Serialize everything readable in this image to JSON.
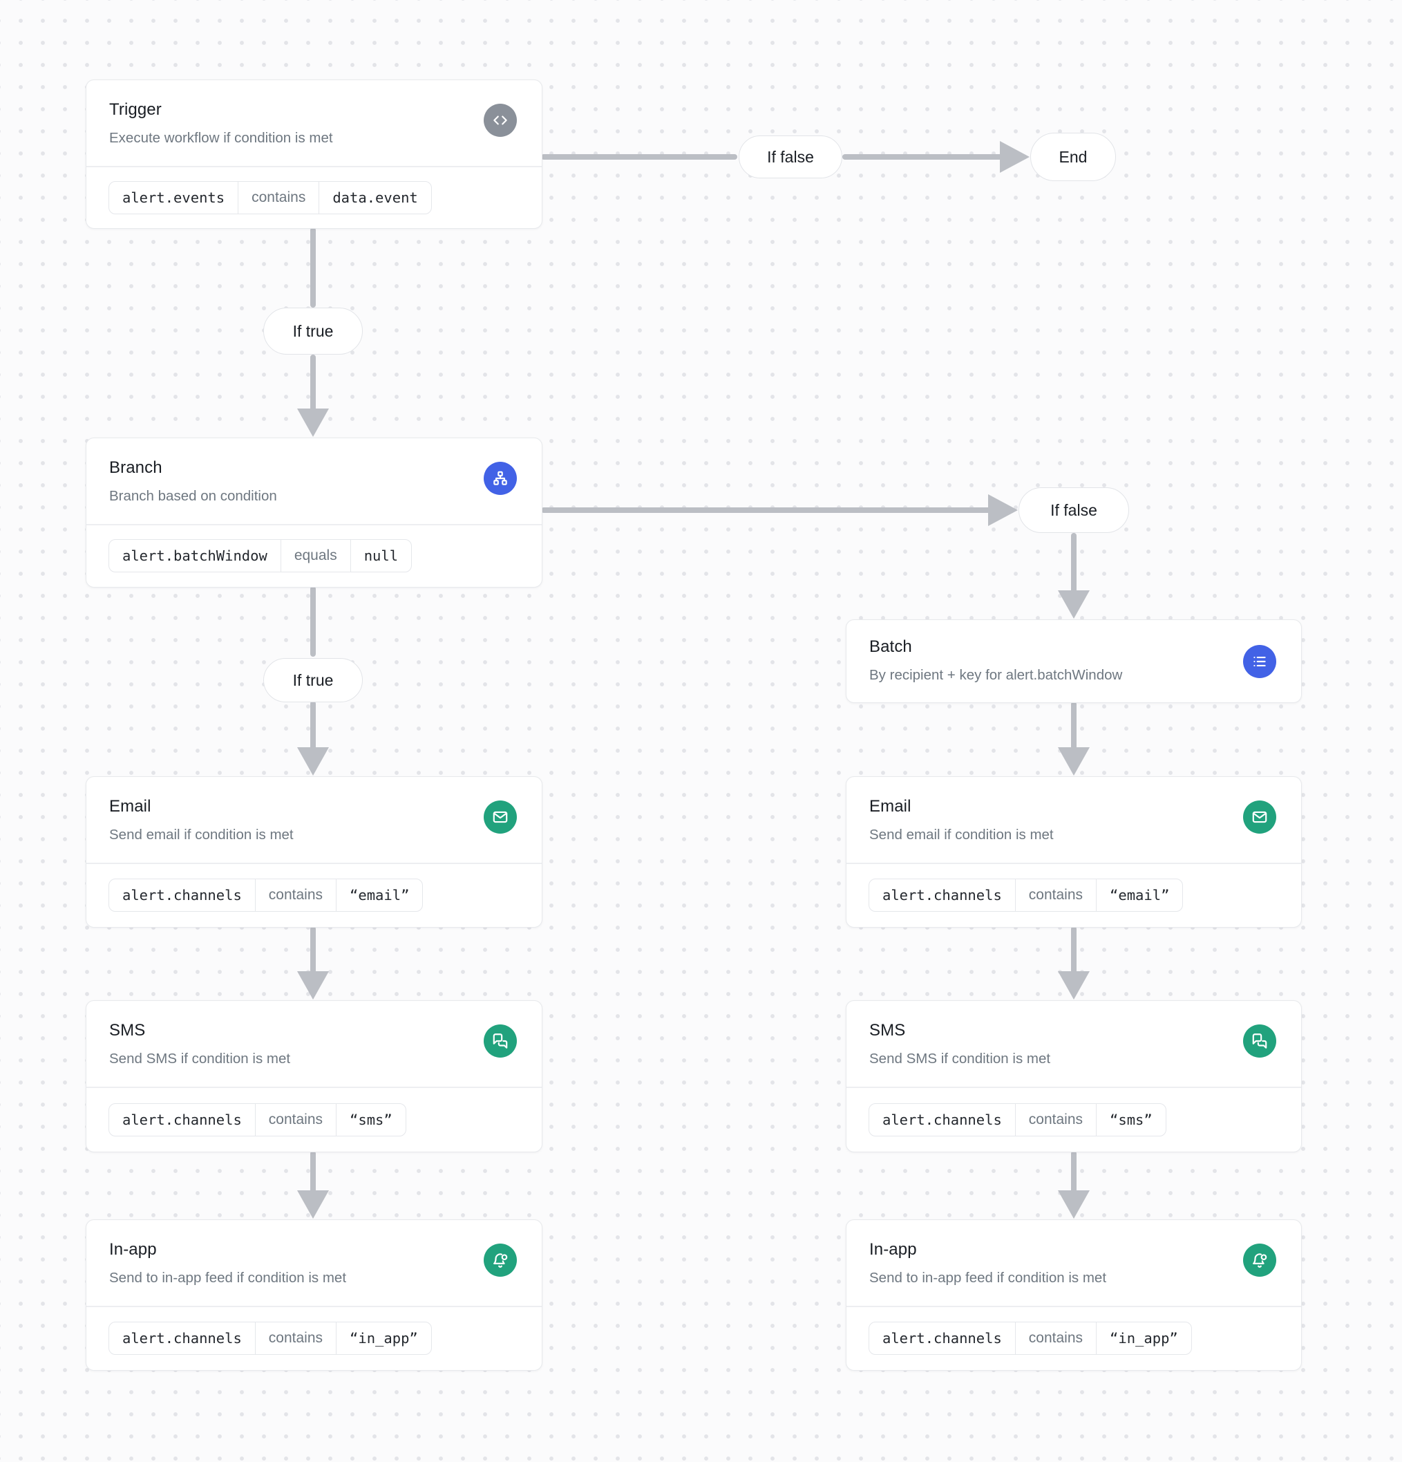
{
  "labels": {
    "if_true": "If true",
    "if_false": "If false",
    "end": "End"
  },
  "colors": {
    "accent_gray": "#8A9099",
    "accent_blue": "#4262E6",
    "accent_green": "#21A27D",
    "arrow": "#BBBEC4",
    "card_border": "#E7E9EC",
    "background": "#FBFBFC"
  },
  "nodes": {
    "trigger": {
      "title": "Trigger",
      "subtitle": "Execute workflow if condition is met",
      "icon": "code-icon",
      "condition": {
        "field": "alert.events",
        "operator": "contains",
        "value": "data.event"
      }
    },
    "branch": {
      "title": "Branch",
      "subtitle": "Branch based on condition",
      "icon": "sitemap-icon",
      "condition": {
        "field": "alert.batchWindow",
        "operator": "equals",
        "value": "null"
      }
    },
    "batch": {
      "title": "Batch",
      "subtitle": "By recipient + key for alert.batchWindow",
      "icon": "list-icon"
    },
    "email_left": {
      "title": "Email",
      "subtitle": "Send email if condition is met",
      "icon": "mail-icon",
      "condition": {
        "field": "alert.channels",
        "operator": "contains",
        "value": "“email”"
      }
    },
    "email_right": {
      "title": "Email",
      "subtitle": "Send email if condition is met",
      "icon": "mail-icon",
      "condition": {
        "field": "alert.channels",
        "operator": "contains",
        "value": "“email”"
      }
    },
    "sms_left": {
      "title": "SMS",
      "subtitle": "Send SMS if condition is met",
      "icon": "chat-icon",
      "condition": {
        "field": "alert.channels",
        "operator": "contains",
        "value": "“sms”"
      }
    },
    "sms_right": {
      "title": "SMS",
      "subtitle": "Send SMS if condition is met",
      "icon": "chat-icon",
      "condition": {
        "field": "alert.channels",
        "operator": "contains",
        "value": "“sms”"
      }
    },
    "inapp_left": {
      "title": "In-app",
      "subtitle": "Send to in-app feed if condition is met",
      "icon": "bell-icon",
      "condition": {
        "field": "alert.channels",
        "operator": "contains",
        "value": "“in_app”"
      }
    },
    "inapp_right": {
      "title": "In-app",
      "subtitle": "Send to in-app feed if condition is met",
      "icon": "bell-icon",
      "condition": {
        "field": "alert.channels",
        "operator": "contains",
        "value": "“in_app”"
      }
    }
  }
}
